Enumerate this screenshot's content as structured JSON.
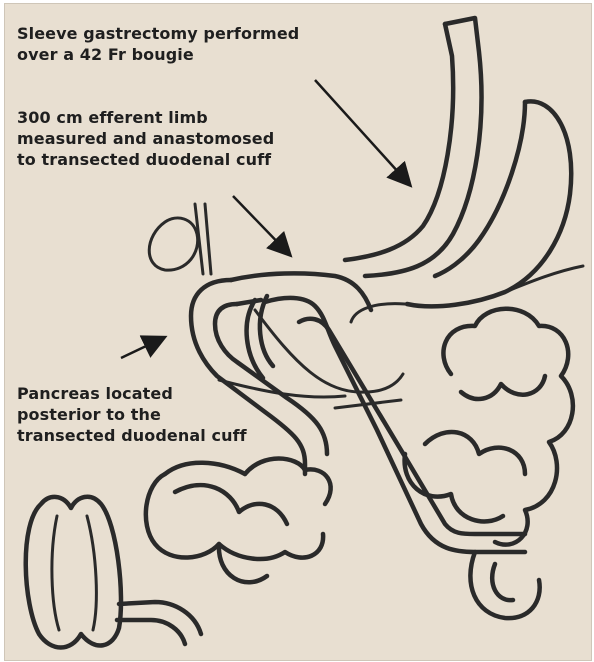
{
  "annotations": {
    "sleeve": [
      "Sleeve gastrectomy performed",
      "over a 42 Fr bougie"
    ],
    "limb": [
      "300 cm efferent limb",
      "measured and anastomosed",
      "to transected duodenal cuff"
    ],
    "pancreas": [
      "Pancreas located",
      "posterior to the",
      "transected duodenal cuff"
    ]
  },
  "colors": {
    "background": "#e8dfd1",
    "ink": "#2a2a2a"
  }
}
